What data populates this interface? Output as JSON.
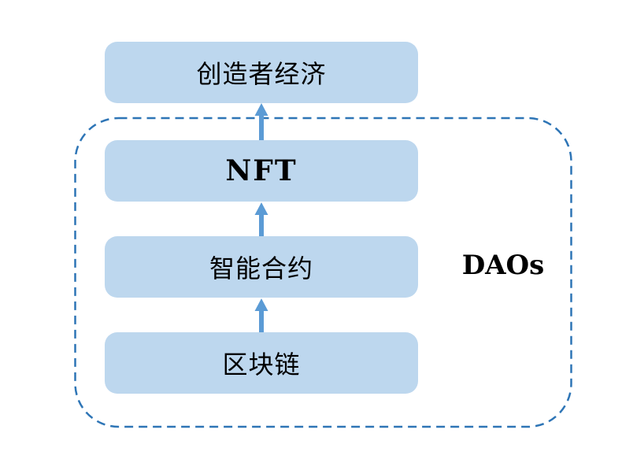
{
  "diagram": {
    "boxes": [
      {
        "id": "creator-economy",
        "label": "创造者经济"
      },
      {
        "id": "nft",
        "label": "NFT"
      },
      {
        "id": "smart-contract",
        "label": "智能合约"
      },
      {
        "id": "blockchain",
        "label": "区块链"
      }
    ],
    "group_label": "DAOs",
    "flow_order_bottom_to_top": [
      "区块链",
      "智能合约",
      "NFT",
      "创造者经济"
    ],
    "colors": {
      "box_fill": "#BDD7EE",
      "arrow": "#5B9BD5",
      "dashed_border": "#2E75B6",
      "text": "#000000",
      "background": "#FFFFFF"
    }
  }
}
